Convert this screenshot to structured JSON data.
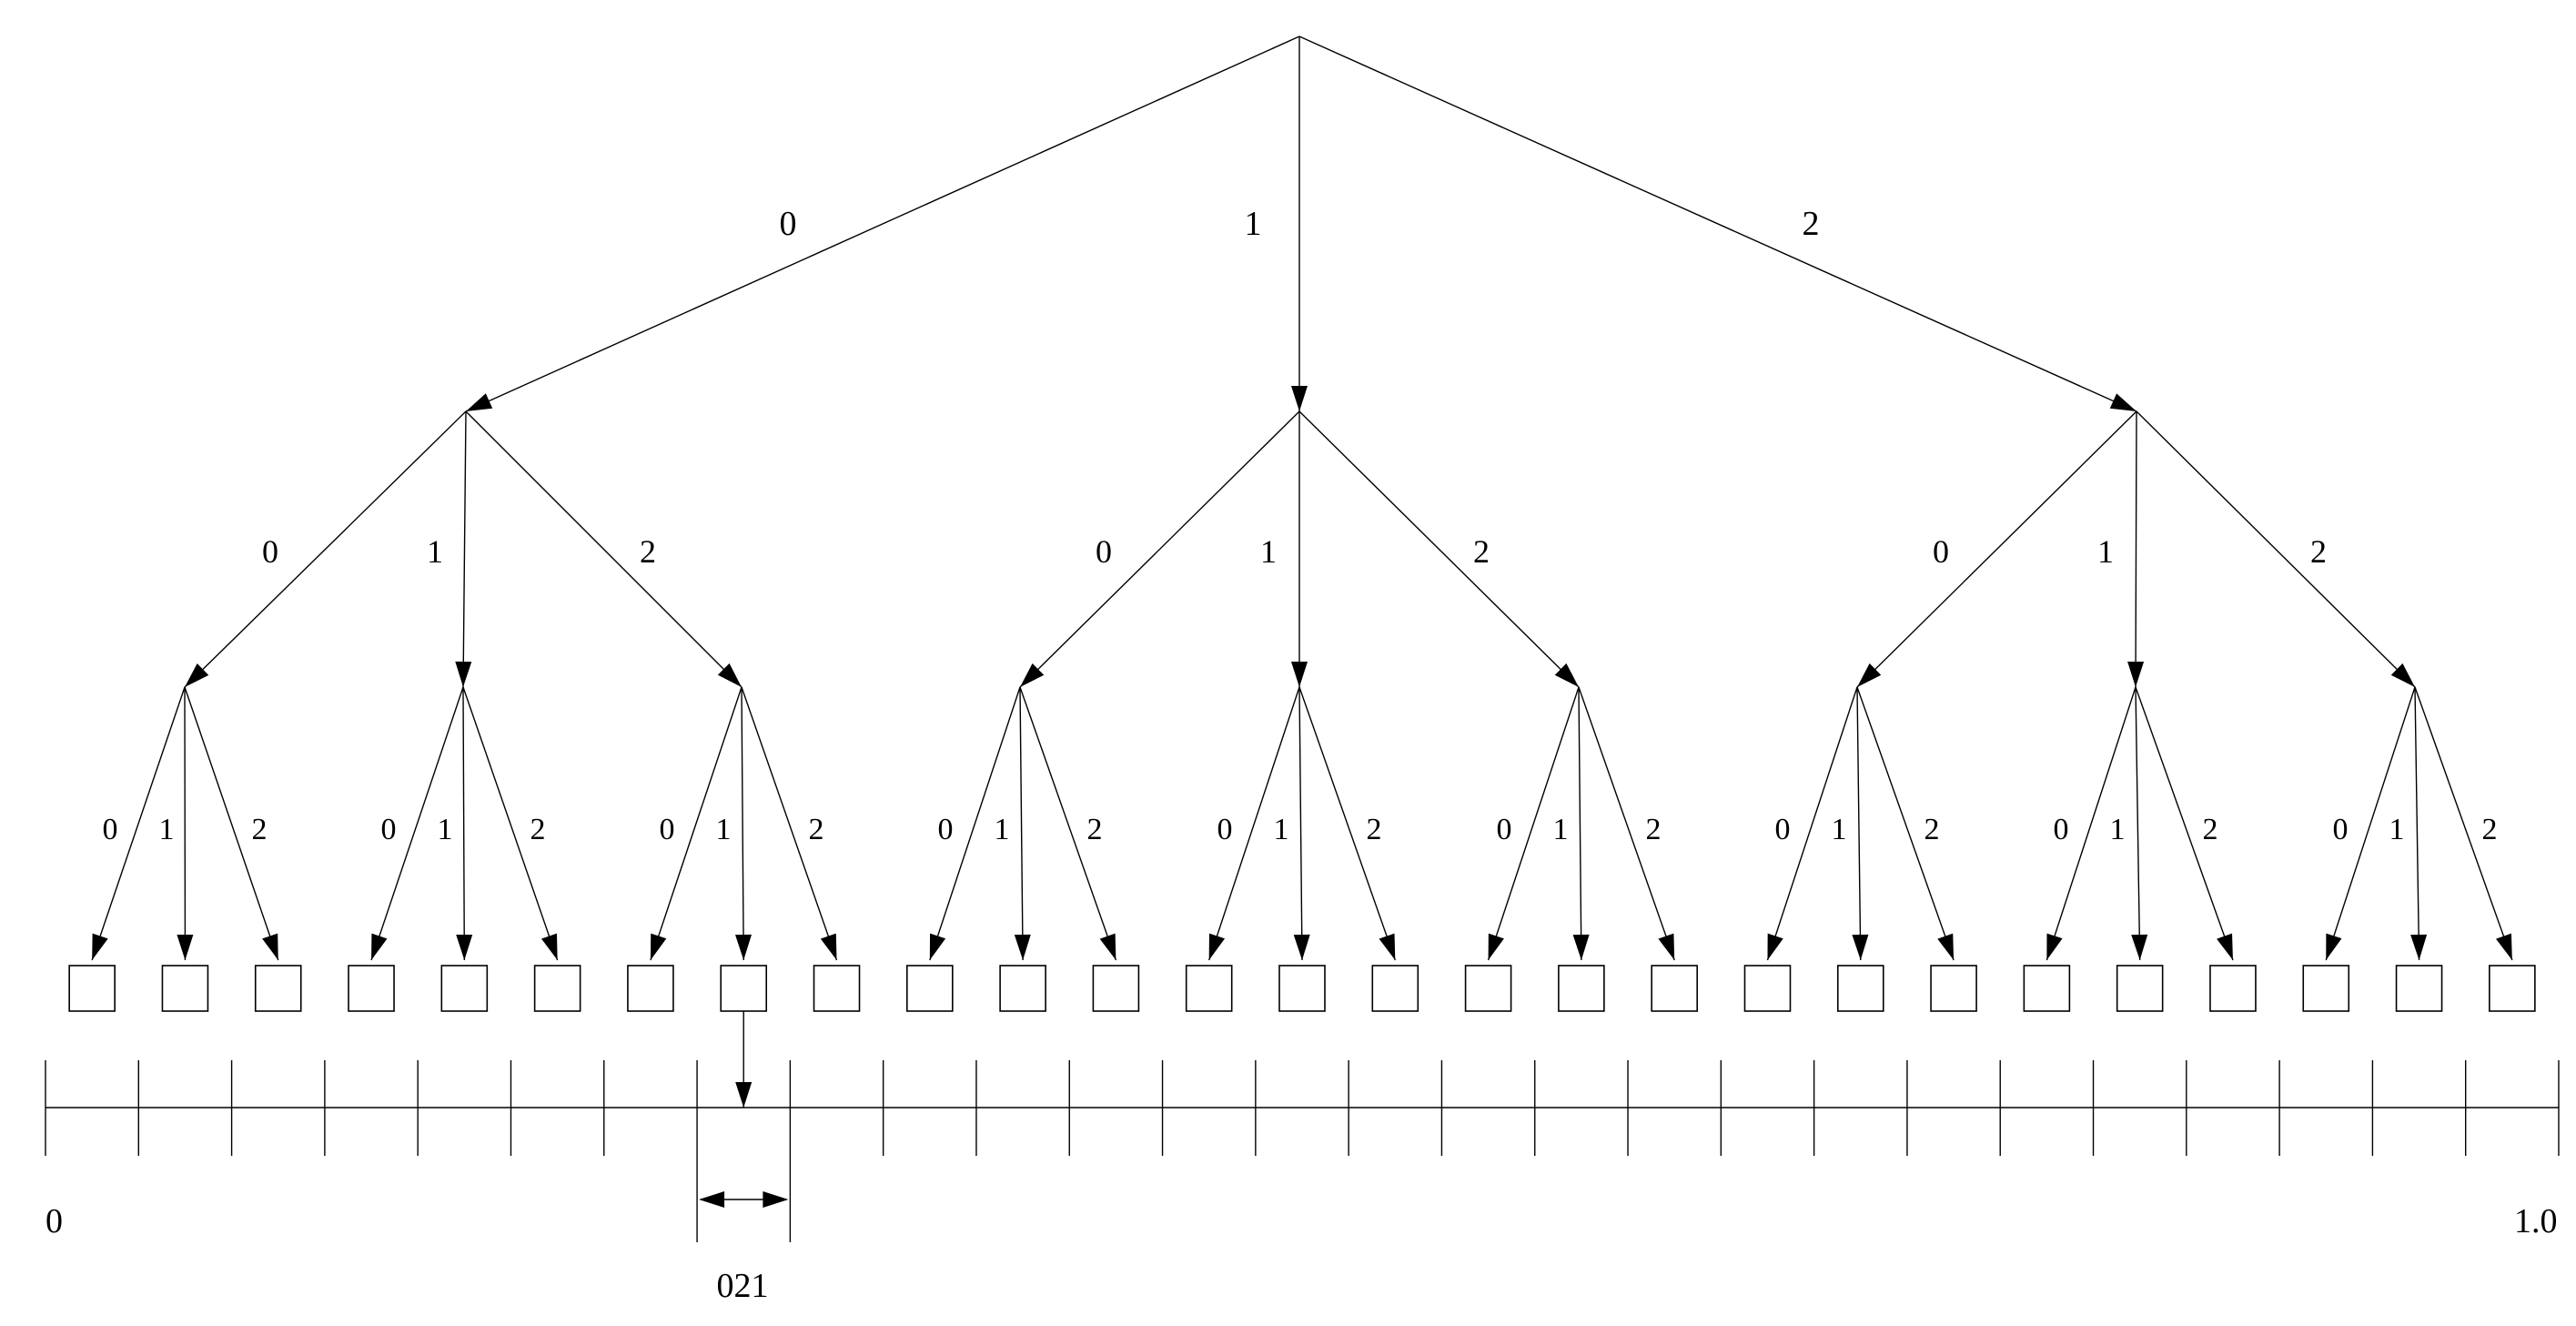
{
  "tree": {
    "branching": 3,
    "depth": 3,
    "branch_labels": [
      "0",
      "1",
      "2"
    ]
  },
  "axis": {
    "start_label": "0",
    "end_label": "1.0",
    "segments": 27
  },
  "highlight": {
    "path_label": "021",
    "leaf_index": 7
  }
}
